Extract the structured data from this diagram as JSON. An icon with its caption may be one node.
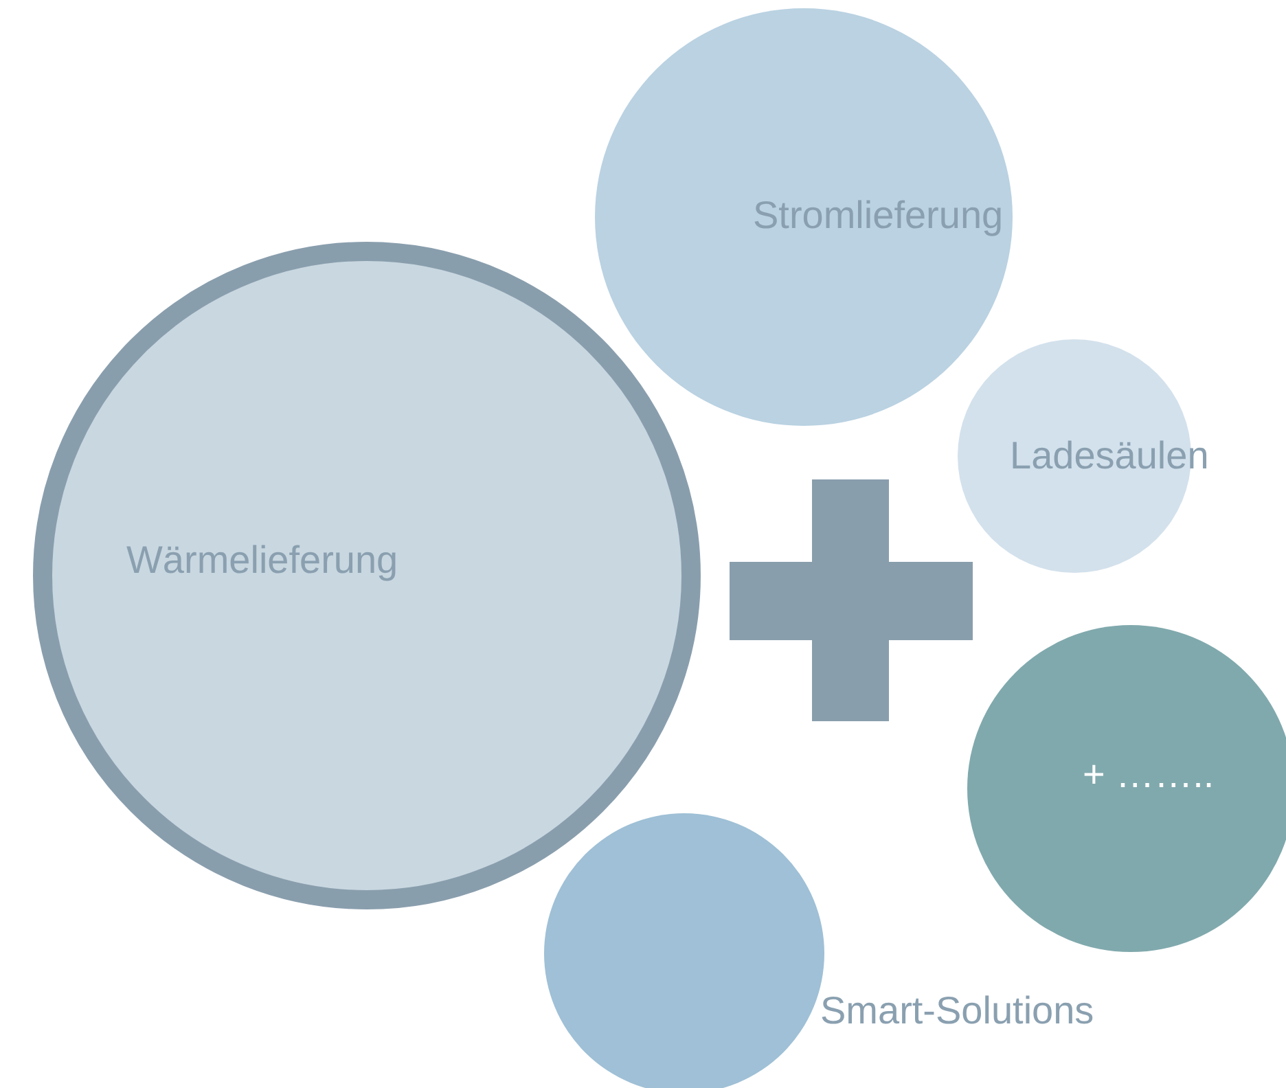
{
  "diagram": {
    "nodes": [
      {
        "text": [
          "Wärmelieferung"
        ]
      },
      {
        "text": [
          "Stromlieferung"
        ]
      },
      {
        "text": [
          "Ladesäulen"
        ]
      },
      {
        "text": [
          "+ …….."
        ]
      },
      {
        "text": [
          "Smart-Solutions"
        ]
      }
    ]
  }
}
